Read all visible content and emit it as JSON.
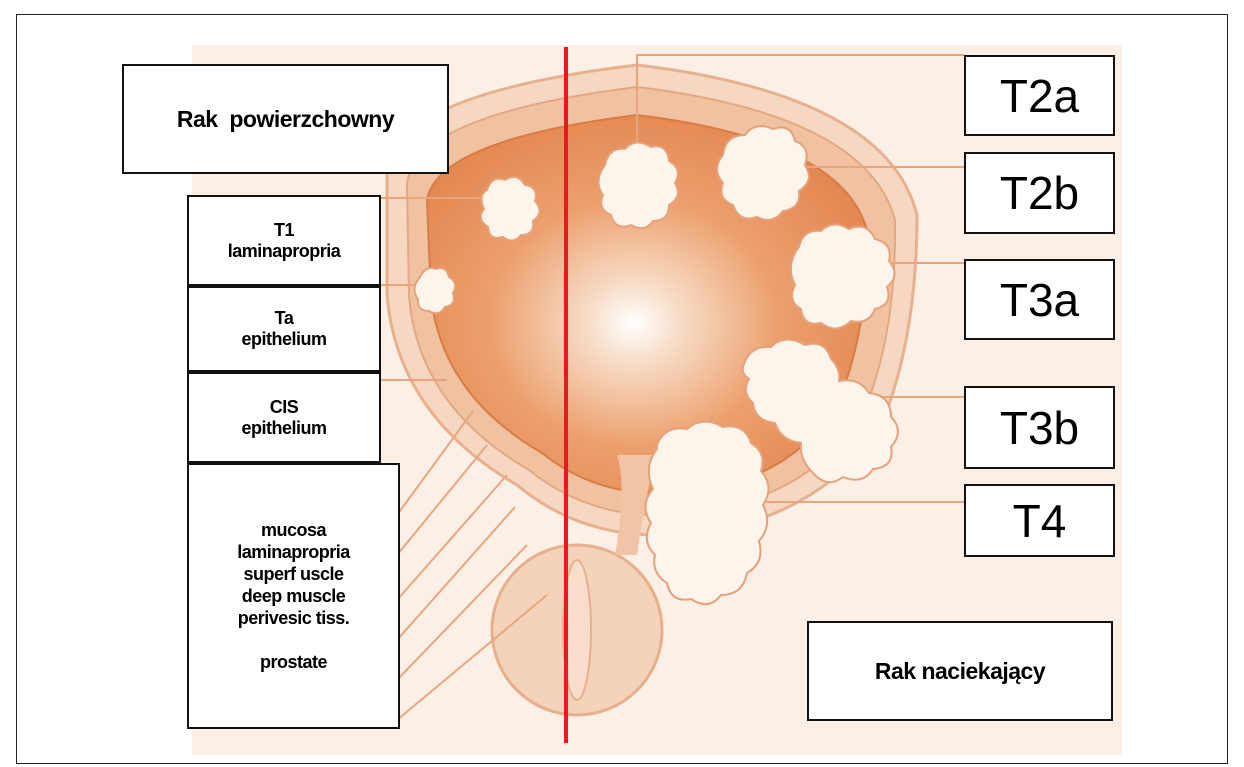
{
  "left": {
    "title": "Rak  powierzchowny",
    "t1": {
      "line1": "T1",
      "line2": "laminapropria"
    },
    "ta": {
      "line1": "Ta",
      "line2": "epithelium"
    },
    "cis": {
      "line1": "CIS",
      "line2": "epithelium"
    },
    "layers": [
      "mucosa",
      "laminapropria",
      "superf uscle",
      "deep muscle",
      "perivesic tiss.",
      "prostate"
    ]
  },
  "right": {
    "stages": [
      "T2a",
      "T2b",
      "T3a",
      "T3b",
      "T4"
    ],
    "title": "Rak naciekający"
  },
  "colors": {
    "divider": "#e8191f",
    "bladder_outer": "#f3c8a8",
    "bladder_wall": "#edb590",
    "bladder_cavity": "#e9915a",
    "tumor": "#fdf4ec",
    "leader_line": "#e6a77f"
  }
}
